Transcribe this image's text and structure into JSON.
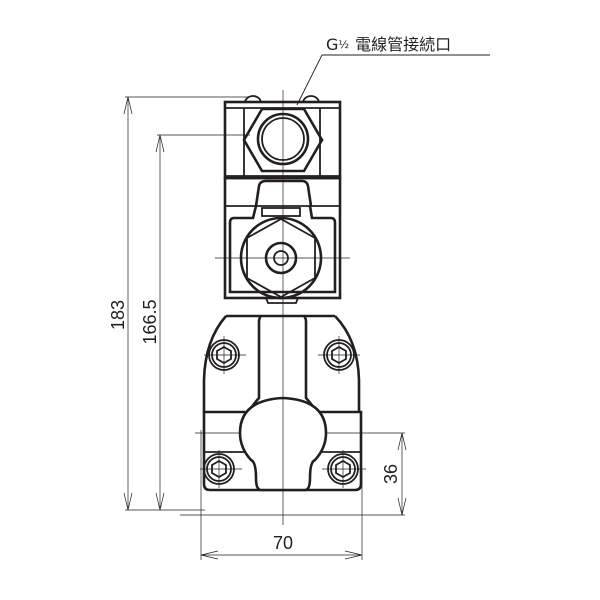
{
  "drawing": {
    "title": "Solenoid valve front view dimension drawing",
    "callout": {
      "label_prefix": "G",
      "label_fraction": "½",
      "label_text": "電線管接続口"
    },
    "dimensions": {
      "overall_height": "183",
      "height_to_port_center": "166.5",
      "base_width": "70",
      "base_mount_height": "36"
    },
    "colors": {
      "line": "#231f20",
      "background": "#ffffff"
    }
  }
}
